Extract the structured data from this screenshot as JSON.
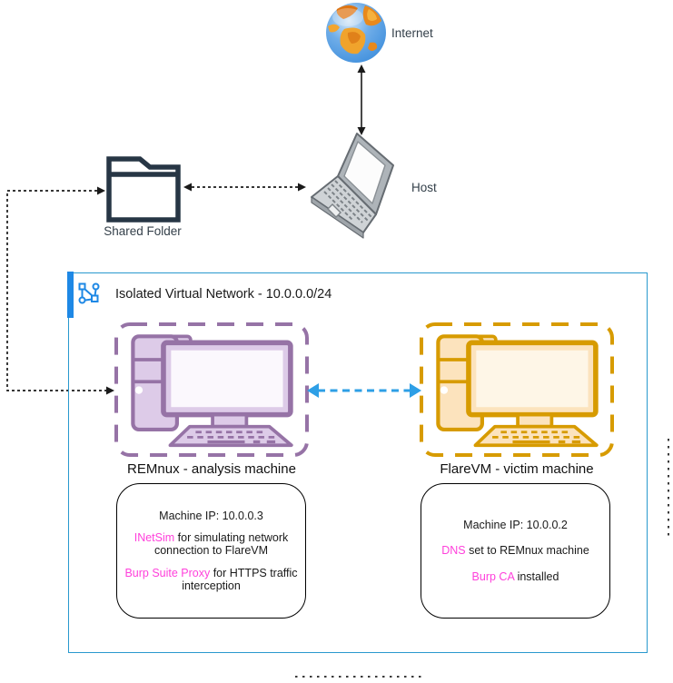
{
  "nodes": {
    "internet": {
      "label": "Internet",
      "icon": "globe-icon"
    },
    "host": {
      "label": "Host",
      "icon": "laptop-icon"
    },
    "shared_folder": {
      "label": "Shared Folder",
      "icon": "folder-icon"
    },
    "remnux": {
      "label": "REMnux - analysis machine",
      "icon": "desktop-computer-icon",
      "stroke": "#9673A6",
      "fill": "#DDCBE8",
      "screen": "#FBF8FD",
      "details": [
        {
          "highlight": "",
          "text": "Machine IP: 10.0.0.3"
        },
        {
          "highlight": "INetSim",
          "text": " for simulating network connection to FlareVM"
        },
        {
          "highlight": "Burp Suite Proxy",
          "text": " for HTTPS traffic interception"
        }
      ]
    },
    "flarevm": {
      "label": "FlareVM - victim machine",
      "icon": "desktop-computer-icon",
      "stroke": "#D79B00",
      "fill": "#FCE3BD",
      "screen": "#FEF6E7",
      "details": [
        {
          "highlight": "",
          "text": "Machine IP: 10.0.0.2"
        },
        {
          "highlight": "DNS",
          "text": " set to REMnux machine"
        },
        {
          "highlight": "Burp CA",
          "text": " installed"
        }
      ]
    }
  },
  "network_zone": {
    "title": "Isolated Virtual Network - 10.0.0.0/24",
    "icon": "virtual-network-icon",
    "border_color": "#2999CE",
    "accent_color": "#1E88E5"
  },
  "colors": {
    "vm_link": "#2E9FE6",
    "highlight_text": "#FF40DB",
    "connector": "#1a1a1a",
    "folder_stroke": "#273645"
  }
}
